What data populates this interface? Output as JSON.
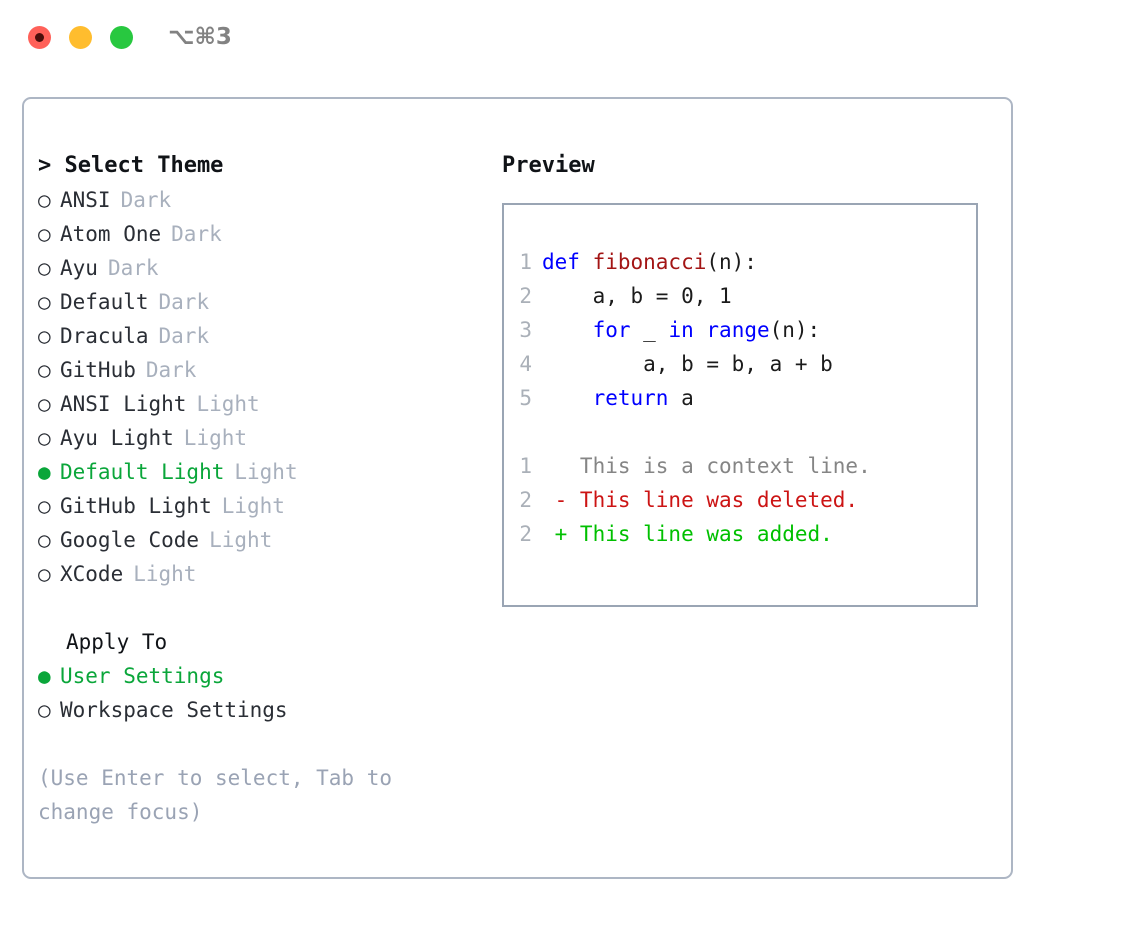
{
  "titlebar": {
    "shortcut": "⌥⌘3",
    "lights": [
      {
        "name": "close",
        "color": "#ff6159"
      },
      {
        "name": "minimize",
        "color": "#ffbd2e"
      },
      {
        "name": "maximize",
        "color": "#28c840"
      }
    ]
  },
  "colors": {
    "accent_green": "#0aa63a",
    "diff_add": "#00c000",
    "diff_del": "#cc1414",
    "keyword_blue": "#0000ff",
    "function_red": "#a31515",
    "muted": "#a8b0bd",
    "border": "#adb6c4"
  },
  "theme_list": {
    "header": "> Select Theme",
    "marker_selected": "●",
    "marker_unselected": "○",
    "items": [
      {
        "label": "ANSI",
        "tag": "Dark",
        "selected": false
      },
      {
        "label": "Atom One",
        "tag": "Dark",
        "selected": false
      },
      {
        "label": "Ayu",
        "tag": "Dark",
        "selected": false
      },
      {
        "label": "Default",
        "tag": "Dark",
        "selected": false
      },
      {
        "label": "Dracula",
        "tag": "Dark",
        "selected": false
      },
      {
        "label": "GitHub",
        "tag": "Dark",
        "selected": false
      },
      {
        "label": "ANSI Light",
        "tag": "Light",
        "selected": false
      },
      {
        "label": "Ayu Light",
        "tag": "Light",
        "selected": false
      },
      {
        "label": "Default Light",
        "tag": "Light",
        "selected": true
      },
      {
        "label": "GitHub Light",
        "tag": "Light",
        "selected": false
      },
      {
        "label": "Google Code",
        "tag": "Light",
        "selected": false
      },
      {
        "label": "XCode",
        "tag": "Light",
        "selected": false
      }
    ]
  },
  "apply_to": {
    "header": "Apply To",
    "items": [
      {
        "label": "User Settings",
        "selected": true
      },
      {
        "label": "Workspace Settings",
        "selected": false
      }
    ]
  },
  "hint": "(Use Enter to select, Tab to change focus)",
  "preview": {
    "title": "Preview",
    "code_lines": [
      {
        "num": "1",
        "tokens": [
          {
            "t": "def ",
            "c": "kw"
          },
          {
            "t": "fibonacci",
            "c": "fn"
          },
          {
            "t": "(n):",
            "c": "pl"
          }
        ]
      },
      {
        "num": "2",
        "tokens": [
          {
            "t": "    a, b = 0, 1",
            "c": "pl"
          }
        ]
      },
      {
        "num": "3",
        "tokens": [
          {
            "t": "    ",
            "c": "pl"
          },
          {
            "t": "for",
            "c": "kw"
          },
          {
            "t": " _ ",
            "c": "pl"
          },
          {
            "t": "in",
            "c": "kw"
          },
          {
            "t": " ",
            "c": "pl"
          },
          {
            "t": "range",
            "c": "bi"
          },
          {
            "t": "(n):",
            "c": "pl"
          }
        ]
      },
      {
        "num": "4",
        "tokens": [
          {
            "t": "        a, b = b, a + b",
            "c": "pl"
          }
        ]
      },
      {
        "num": "5",
        "tokens": [
          {
            "t": "    ",
            "c": "pl"
          },
          {
            "t": "return",
            "c": "kw"
          },
          {
            "t": " a",
            "c": "pl"
          }
        ]
      }
    ],
    "diff_lines": [
      {
        "num": "1",
        "tokens": [
          {
            "t": "   This is a context line.",
            "c": "ctx"
          }
        ]
      },
      {
        "num": "2",
        "tokens": [
          {
            "t": " - This line was deleted.",
            "c": "del"
          }
        ]
      },
      {
        "num": "2",
        "tokens": [
          {
            "t": " + This line was added.",
            "c": "add"
          }
        ]
      }
    ]
  }
}
